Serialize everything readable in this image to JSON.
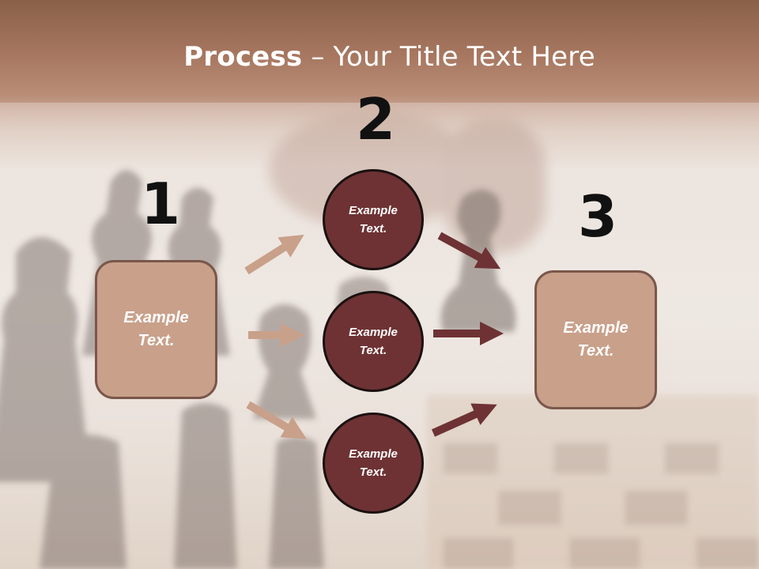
{
  "title": {
    "bold": "Process",
    "rest": " – Your Title Text Here"
  },
  "steps": {
    "one": {
      "number": "1",
      "text": "Example\nText."
    },
    "two": {
      "number": "2",
      "items": [
        "Example\nText.",
        "Example\nText.",
        "Example\nText."
      ]
    },
    "three": {
      "number": "3",
      "text": "Example\nText."
    }
  },
  "colors": {
    "header_band": "#a77760",
    "box_fill": "#c9a08a",
    "box_border": "#7a574b",
    "circle_fill": "#6e3234",
    "arrow_light": "#c9a08a",
    "arrow_dark": "#6e3234"
  }
}
